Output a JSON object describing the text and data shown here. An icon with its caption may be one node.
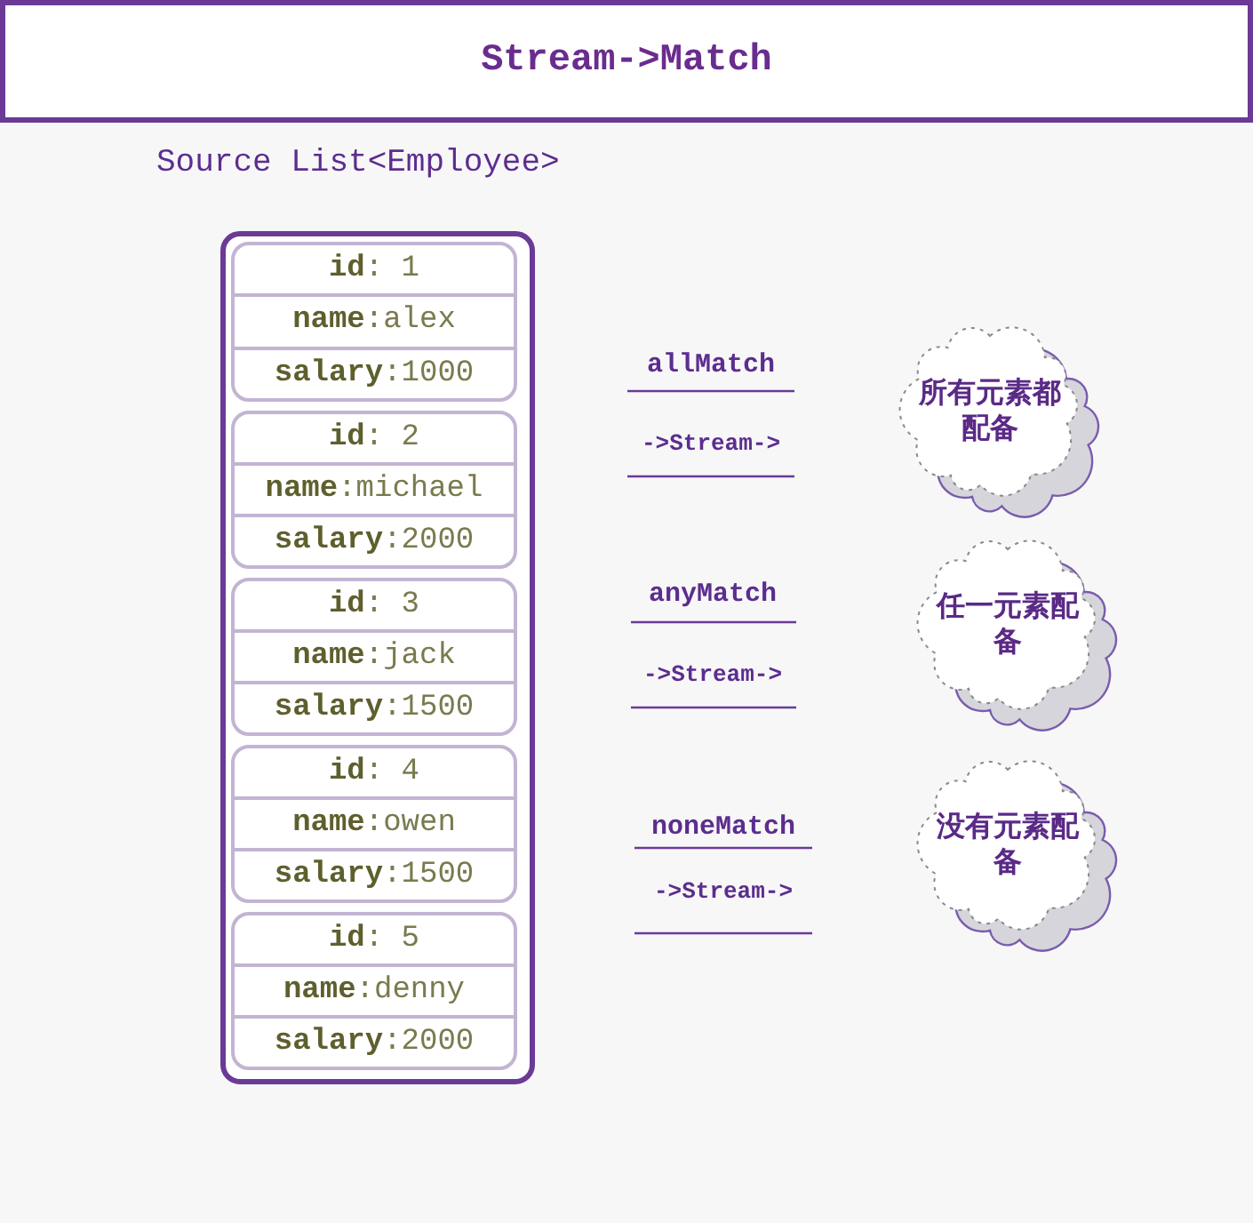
{
  "diagram": {
    "title": "Stream->Match",
    "nodes": [
      {
        "text": [],
        "shape": "box"
      },
      {
        "text": [
          "**id**: 1",
          "**name**:alex",
          "**salary**:1000"
        ],
        "in": 0
      },
      {
        "text": [
          "**id**: 2",
          "**name**:michael",
          "**salary**:2000"
        ],
        "in": 0
      },
      {
        "text": [
          "**id**: 3",
          "**name**:jack",
          "**salary**:1500"
        ],
        "in": 0
      },
      {
        "text": [
          "**id**: 4",
          "**name**:owen",
          "**salary**:1500"
        ],
        "in": 0
      },
      {
        "text": [
          "**id**: 5",
          "**name**:denny",
          "**salary**:2000"
        ],
        "in": 0
      },
      {
        "text": [
          "所有元素都配备"
        ]
      },
      {
        "text": [
          "任一元素配备"
        ]
      },
      {
        "text": [
          "没有元素配备"
        ]
      }
    ],
    "labels": [
      "Source List<Employee>",
      "allMatch",
      "->Stream->",
      "anyMatch",
      "->Stream->",
      "noneMatch",
      "->Stream->"
    ]
  }
}
